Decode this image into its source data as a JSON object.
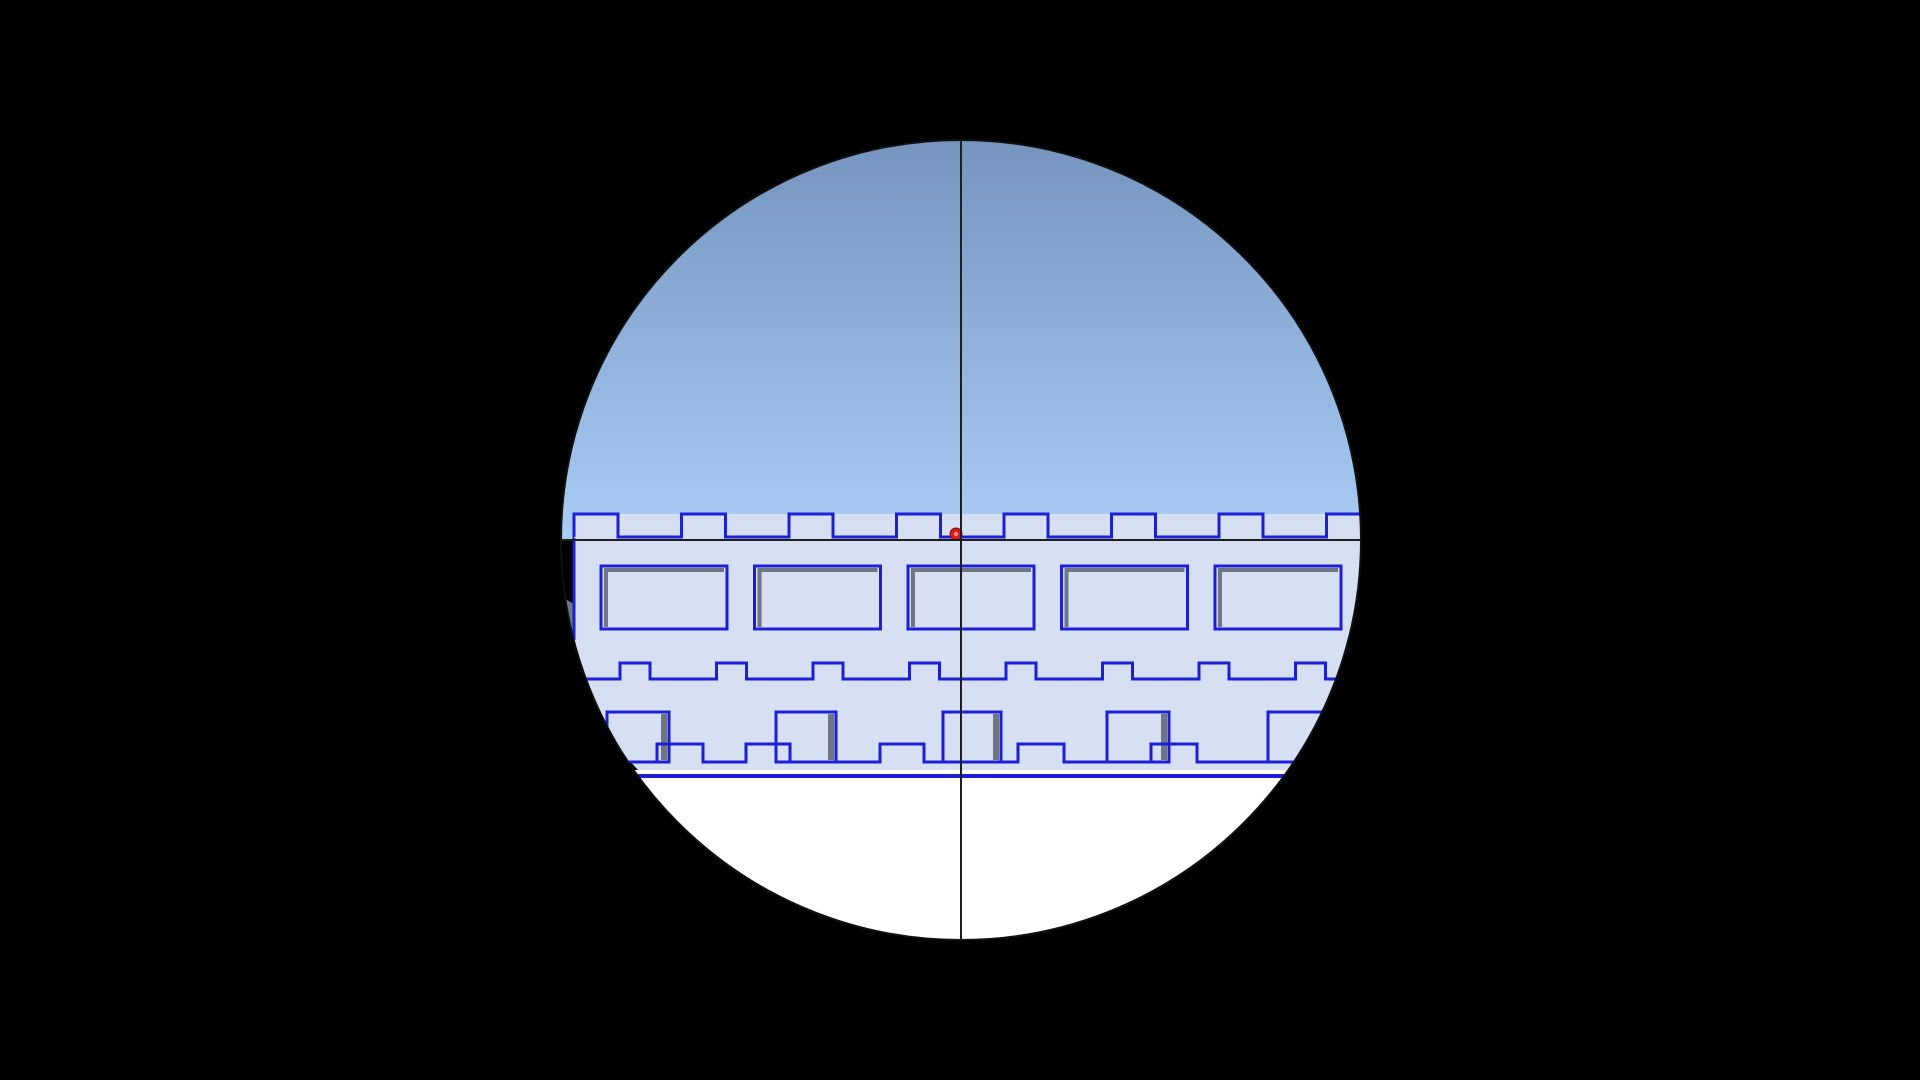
{
  "game": {
    "view_mode": "scope",
    "colors": {
      "mask": "#000000",
      "sky_top": "#7393bd",
      "sky_bottom": "#a9cdf5",
      "wall_fill": "#d6e0f2",
      "wall_outline": "#1c1fd6",
      "ground": "#ffffff",
      "crosshair": "#1e1e1e",
      "target_dot": "#e01818",
      "shadow": "#6f7582"
    },
    "structures": {
      "upper_merlon_count": 8,
      "window_count": 5,
      "middle_merlon_count": 8,
      "lower_doorway_count": 5,
      "lower_step_count": 5
    },
    "target_marker": {
      "visible": true
    }
  }
}
